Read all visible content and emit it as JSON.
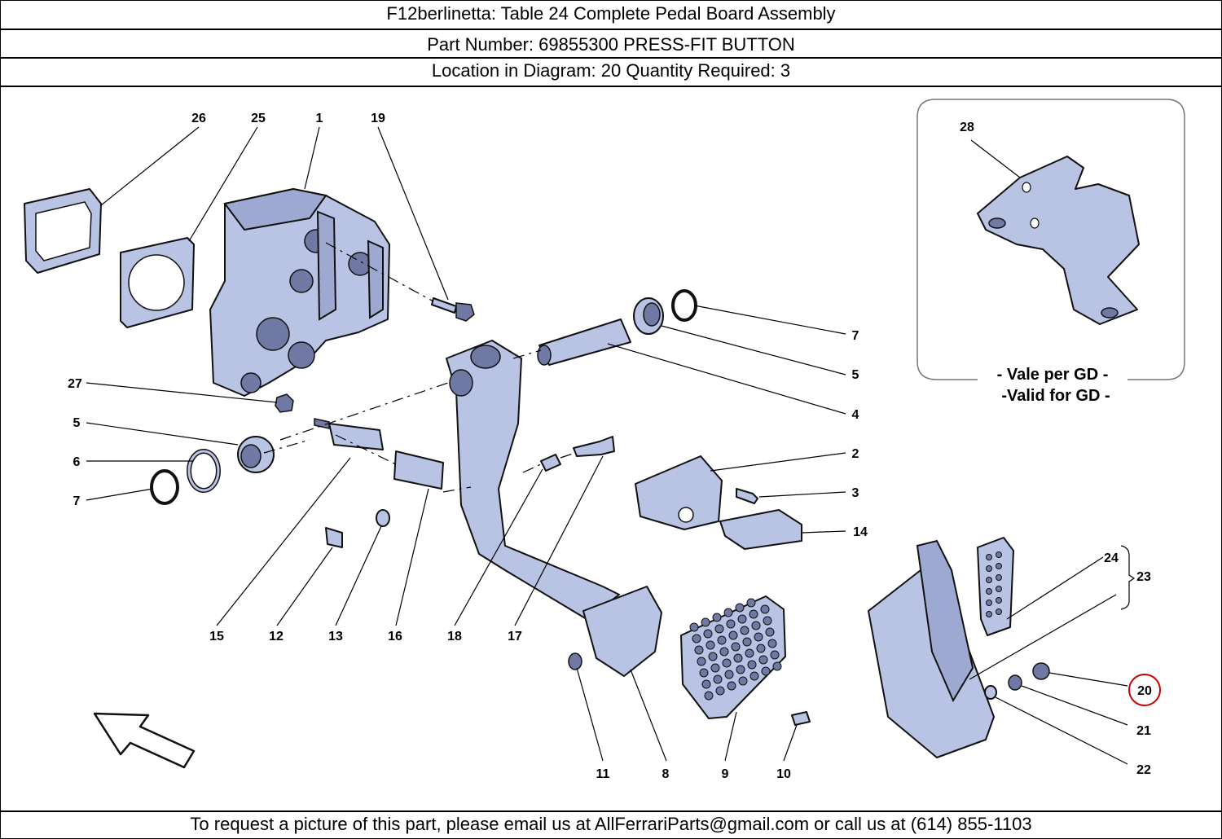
{
  "header": {
    "title_line": "F12berlinetta:   Table 24 Complete Pedal Board Assembly",
    "part_line": "Part Number: 69855300   PRESS-FIT BUTTON",
    "location_line": "Location in Diagram: 20   Quantity Required: 3"
  },
  "footer": {
    "contact_line": "To request a picture of this part, please email us at AllFerrariParts@gmail.com or call us at (614) 855-1103"
  },
  "diagram": {
    "callouts": [
      "26",
      "25",
      "1",
      "19",
      "27",
      "5",
      "6",
      "7",
      "15",
      "12",
      "13",
      "16",
      "18",
      "17",
      "7",
      "5",
      "4",
      "2",
      "3",
      "14",
      "24",
      "23",
      "20",
      "21",
      "22",
      "11",
      "8",
      "9",
      "10",
      "28"
    ],
    "inset_note_1": "- Vale per GD -",
    "inset_note_2": "-Valid for GD -",
    "highlighted_callout": "20",
    "highlight_color": "#cc0000",
    "part_color": "#b9c3e3"
  }
}
